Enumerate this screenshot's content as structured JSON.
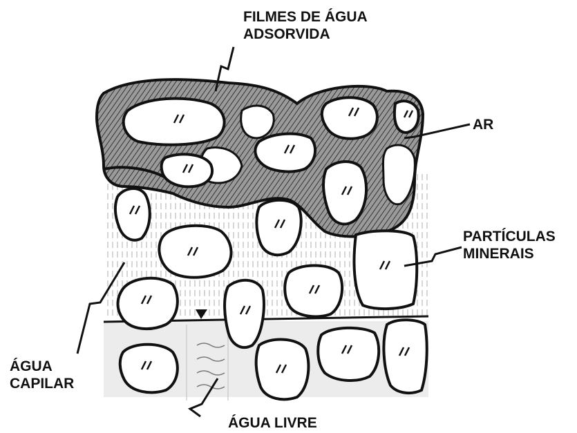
{
  "labels": {
    "adsorbed_water": {
      "line1": "FILMES DE ÁGUA",
      "line2": "ADSORVIDA"
    },
    "air": "AR",
    "mineral_particles": {
      "line1": "PARTÍCULAS",
      "line2": "MINERAIS"
    },
    "capillary_water": {
      "line1": "ÁGUA",
      "line2": "CAPILAR"
    },
    "free_water": "ÁGUA LIVRE"
  },
  "colors": {
    "ink": "#111111",
    "film_fill": "#8a8a8a",
    "background": "#ffffff",
    "free_water_band": "#e6e6e6"
  }
}
